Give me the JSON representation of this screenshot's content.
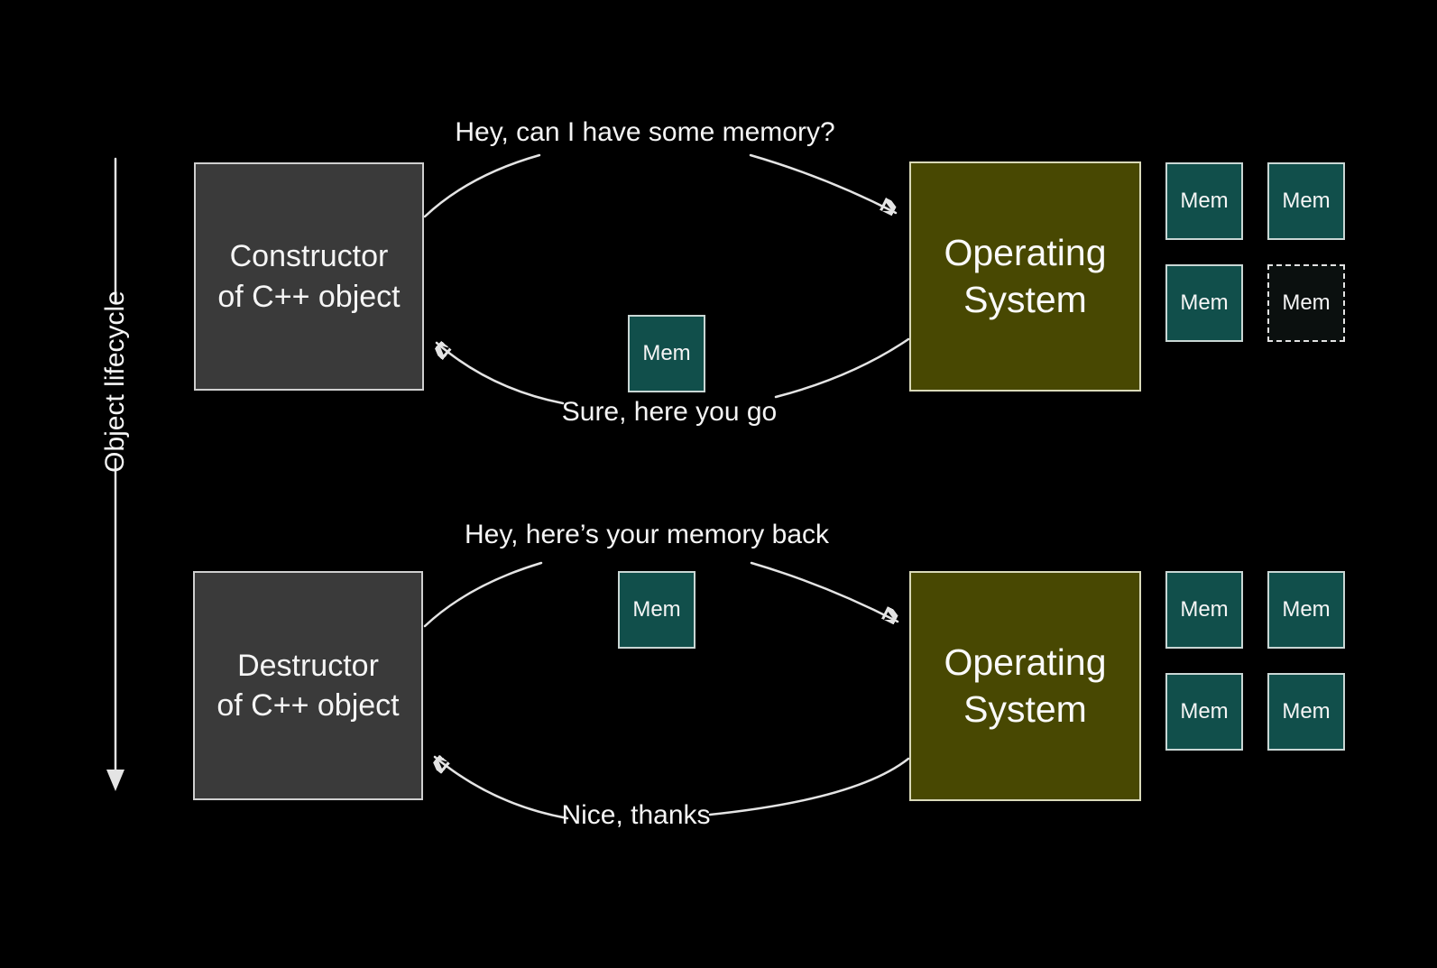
{
  "lifecycle": {
    "label": "Object lifecycle"
  },
  "top_flow": {
    "source_box": {
      "label": "Constructor\nof C++ object"
    },
    "target_box": {
      "label": "Operating\nSystem"
    },
    "request_label": "Hey, can I have some memory?",
    "response_label": "Sure, here you go",
    "transfer_mem": {
      "label": "Mem"
    },
    "mem_grid": [
      {
        "label": "Mem",
        "style": "filled"
      },
      {
        "label": "Mem",
        "style": "filled"
      },
      {
        "label": "Mem",
        "style": "filled"
      },
      {
        "label": "Mem",
        "style": "dashed"
      }
    ]
  },
  "bottom_flow": {
    "source_box": {
      "label": "Destructor\nof C++ object"
    },
    "target_box": {
      "label": "Operating\nSystem"
    },
    "request_label": "Hey, here’s your memory back",
    "response_label": "Nice, thanks",
    "transfer_mem": {
      "label": "Mem"
    },
    "mem_grid": [
      {
        "label": "Mem",
        "style": "filled"
      },
      {
        "label": "Mem",
        "style": "filled"
      },
      {
        "label": "Mem",
        "style": "filled"
      },
      {
        "label": "Mem",
        "style": "filled"
      }
    ]
  },
  "colors": {
    "background": "#000000",
    "process_box_fill": "#3a3a3a",
    "process_box_border": "#cfcfcf",
    "os_box_fill": "#484802",
    "os_box_border": "#d9d9b8",
    "mem_fill": "#114f4b",
    "mem_border": "#c9d6d4",
    "mem_dashed_fill": "#0b100f",
    "arrow": "#e4e4e4",
    "text": "#f5f5f5"
  }
}
